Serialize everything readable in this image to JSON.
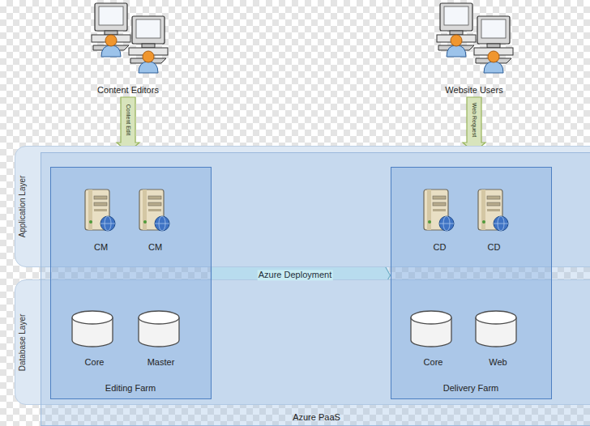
{
  "diagram": {
    "nodes": [
      {
        "text": [
          "Content Editors"
        ]
      },
      {
        "text": [
          "Website Users"
        ]
      },
      {
        "text": [
          "Application Layer"
        ]
      },
      {
        "text": [
          "Database Layer"
        ]
      },
      {
        "text": [
          "Azure PaaS"
        ]
      },
      {
        "text": [
          "Editing Farm"
        ],
        "in": 4
      },
      {
        "text": [
          "CM"
        ],
        "in": 5
      },
      {
        "text": [
          "CM"
        ],
        "in": 5
      },
      {
        "text": [
          "Core"
        ],
        "in": 5
      },
      {
        "text": [
          "Master"
        ],
        "in": 5
      },
      {
        "text": [
          "Delivery Farm"
        ],
        "in": 4
      },
      {
        "text": [
          "CD"
        ],
        "in": 10
      },
      {
        "text": [
          "CD"
        ],
        "in": 10
      },
      {
        "text": [
          "Core"
        ],
        "in": 10
      },
      {
        "text": [
          "Web"
        ],
        "in": 10
      }
    ],
    "edges": [
      {
        "from": 0,
        "to": 4,
        "label": "Content Edit",
        "arrow": "to"
      },
      {
        "from": 1,
        "to": 4,
        "label": "Web Request",
        "arrow": "to"
      },
      {
        "from": 5,
        "to": 10,
        "label": "Azure Deployment",
        "arrow": "to"
      }
    ]
  }
}
